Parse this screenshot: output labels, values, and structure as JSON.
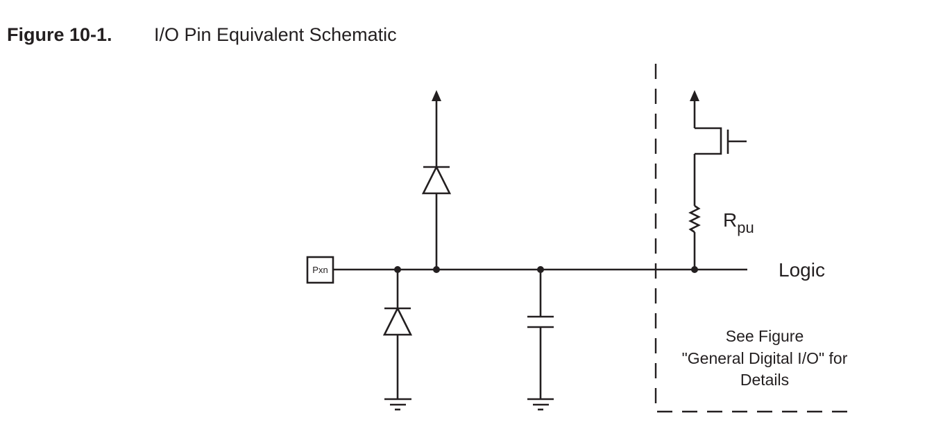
{
  "figure": {
    "number": "Figure 10-1.",
    "title": "I/O Pin Equivalent Schematic"
  },
  "labels": {
    "pin": "Pxn",
    "resistor_main": "R",
    "resistor_sub": "pu",
    "logic": "Logic",
    "note": [
      "See Figure",
      "\"General Digital I/O\" for",
      "Details"
    ]
  }
}
